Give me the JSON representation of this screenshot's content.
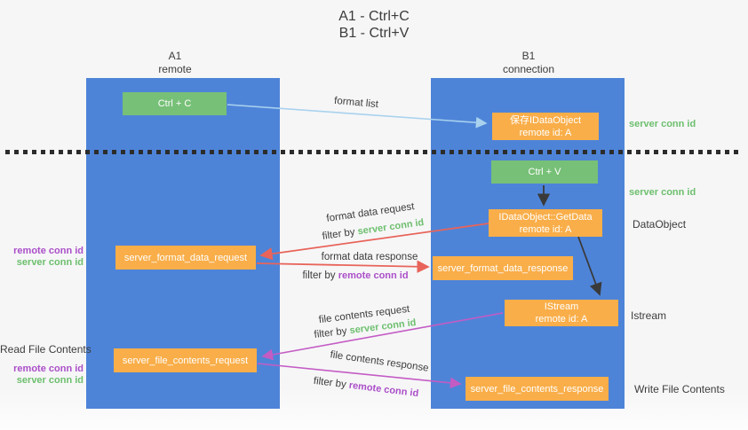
{
  "title": {
    "line1": "A1 - Ctrl+C",
    "line2": "B1 - Ctrl+V"
  },
  "lanes": {
    "a": {
      "name": "A1",
      "subtitle": "remote"
    },
    "b": {
      "name": "B1",
      "subtitle": "connection"
    }
  },
  "nodes": {
    "ctrl_c": {
      "label": "Ctrl + C"
    },
    "ctrl_v": {
      "label": "Ctrl + V"
    },
    "save_dataobject": {
      "line1": "保存IDataObject",
      "line2": "remote id: A"
    },
    "getdata": {
      "line1": "IDataObject::GetData",
      "line2": "remote id: A"
    },
    "istream": {
      "line1": "IStream",
      "line2": "remote id: A"
    },
    "format_request": {
      "label": "server_format_data_request"
    },
    "format_response": {
      "label": "server_format_data_response"
    },
    "file_request": {
      "label": "server_file_contents_request"
    },
    "file_response": {
      "label": "server_file_contents_response"
    }
  },
  "edge_labels": {
    "format_list": "format list",
    "format_data_request": "format data request",
    "format_data_request_filter": {
      "prefix": "filter by ",
      "value": "server conn id"
    },
    "format_data_response": "format data response",
    "format_data_response_filter": {
      "prefix": "filter by ",
      "value": "remote conn id"
    },
    "file_contents_request": "file contents request",
    "file_contents_request_filter": {
      "prefix": "filter by ",
      "value": "server conn id"
    },
    "file_contents_response": "file contents response",
    "file_contents_response_filter": {
      "prefix": "filter by ",
      "value": "remote conn id"
    }
  },
  "annotations": {
    "right": {
      "server_conn_id_top": "server conn id",
      "server_conn_id_mid": "server conn id",
      "dataobject": "DataObject",
      "istream": "Istream",
      "write_file_contents": "Write File Contents"
    },
    "left": {
      "remote_conn_id_top": "remote conn id",
      "server_conn_id_top": "server conn id",
      "read_file_contents": "Read File Contents",
      "remote_conn_id_bottom": "remote conn id",
      "server_conn_id_bottom": "server conn id"
    }
  },
  "colors": {
    "lane_blue": "#4e84d8",
    "node_green": "#77c077",
    "node_orange": "#f9ae49",
    "arrow_lightblue": "#a9d2ee",
    "arrow_black": "#3a3a3a",
    "arrow_red": "#e8645a",
    "arrow_magenta": "#c45cc4",
    "text_green": "#6dbf6d",
    "text_purple": "#ab4fc8"
  }
}
